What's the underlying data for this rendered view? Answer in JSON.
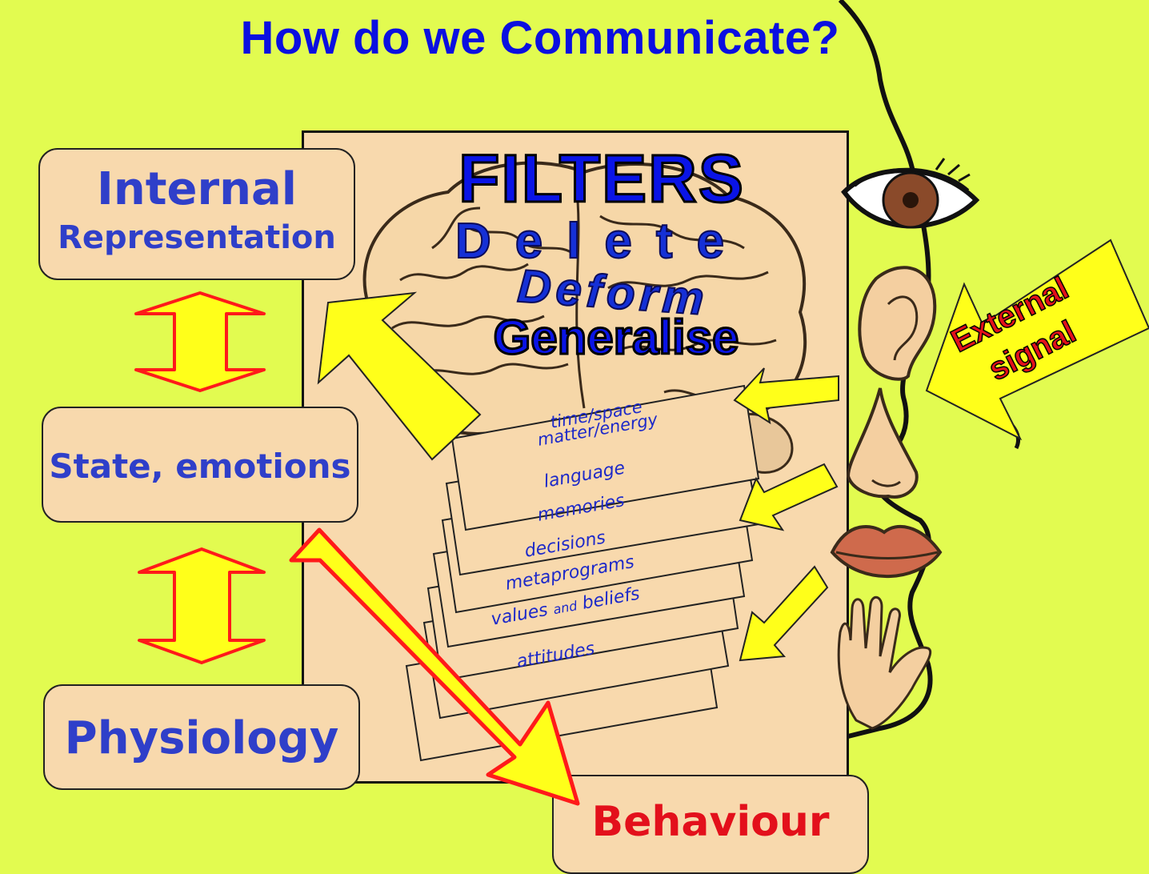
{
  "title": "How do we Communicate?",
  "boxes": {
    "internal_line1": "Internal",
    "internal_line2": "Representation",
    "state": "State, emotions",
    "physiology": "Physiology",
    "behaviour": "Behaviour"
  },
  "filters": {
    "title": "FILTERS",
    "delete": "Delete",
    "deform": "Deform",
    "generalise": "Generalise"
  },
  "cards": [
    {
      "line1": "time/space",
      "line2": "matter/energy"
    },
    {
      "label": "language"
    },
    {
      "label": "memories"
    },
    {
      "label": "decisions"
    },
    {
      "label": "metaprograms"
    },
    {
      "label_a": "values",
      "label_and": "and",
      "label_b": "beliefs"
    },
    {
      "label": "attitudes"
    }
  ],
  "external_signal": {
    "line1": "External",
    "line2": "signal"
  },
  "icons": [
    "brain-icon",
    "eye-icon",
    "ear-icon",
    "nose-icon",
    "lips-icon",
    "hand-icon"
  ],
  "colors": {
    "background": "#e2fb50",
    "box_fill": "#f8d9ad",
    "text_blue": "#2f3fc9",
    "text_red": "#e3101b",
    "arrow_yellow": "#ffff1a",
    "arrow_red": "#ff1a1a"
  }
}
